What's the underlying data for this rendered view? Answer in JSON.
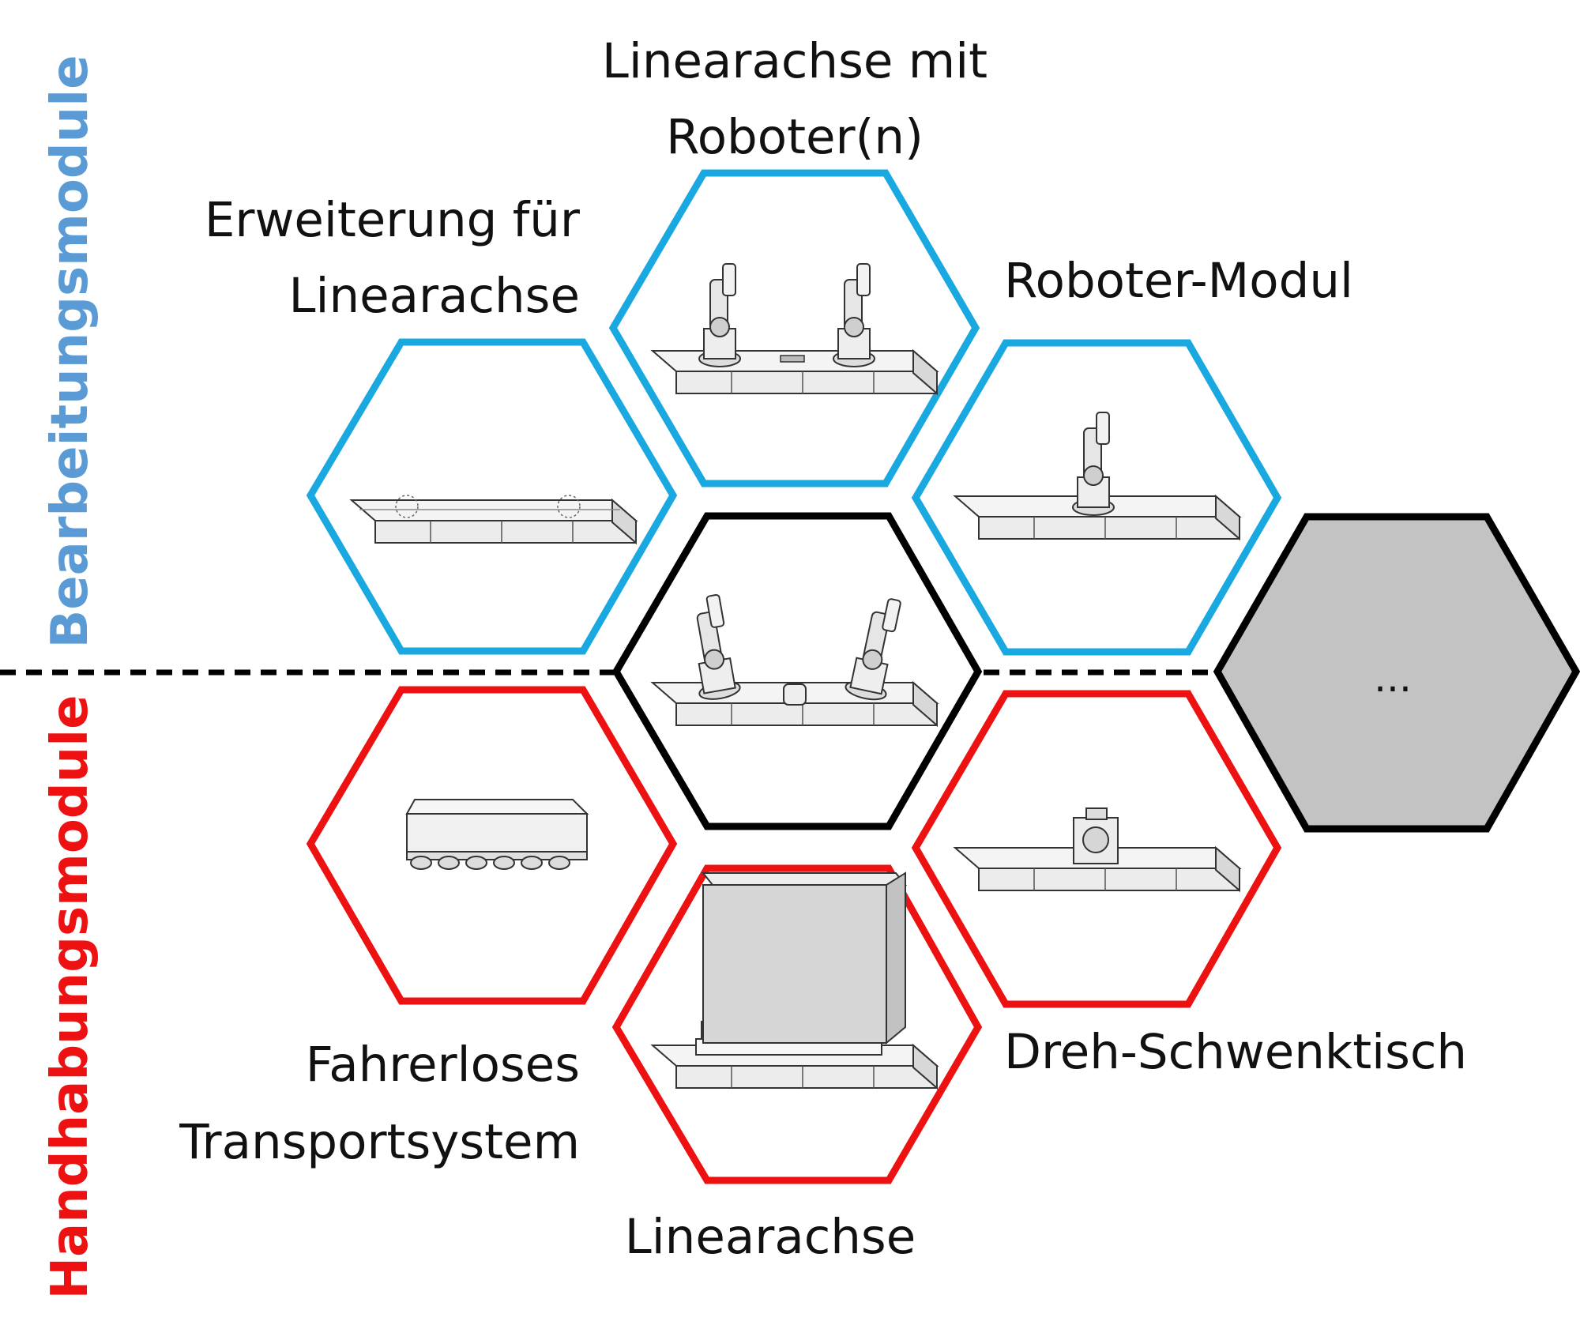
{
  "colors": {
    "bearbeitung": "#1aa8e0",
    "handhabung": "#ee1111",
    "core": "#000000",
    "placeholder_fill": "#c3c3c3",
    "side_label_blue": "#5b9bd5",
    "side_label_red": "#ee1111"
  },
  "side_labels": {
    "top": "Bearbeitungsmodule",
    "bottom": "Handhabungsmodule"
  },
  "labels": {
    "linearachse_roboter_line1": "Linearachse mit",
    "linearachse_roboter_line2": "Roboter(n)",
    "erweiterung_line1": "Erweiterung für",
    "erweiterung_line2": "Linearachse",
    "roboter_modul": "Roboter-Modul",
    "fts_line1": "Fahrerloses",
    "fts_line2": "Transportsystem",
    "linearachse": "Linearachse",
    "dreh_schwenktisch": "Dreh-Schwenktisch",
    "more": "..."
  },
  "icons": {
    "hex_top_center": "linear-axis-two-robots-icon",
    "hex_top_left": "linear-axis-platform-icon",
    "hex_top_right": "robot-module-icon",
    "hex_center": "cell-with-robots-icon",
    "hex_bottom_left": "agv-vehicle-icon",
    "hex_bottom_center": "linear-axis-load-icon",
    "hex_bottom_right": "turn-tilt-table-icon"
  }
}
